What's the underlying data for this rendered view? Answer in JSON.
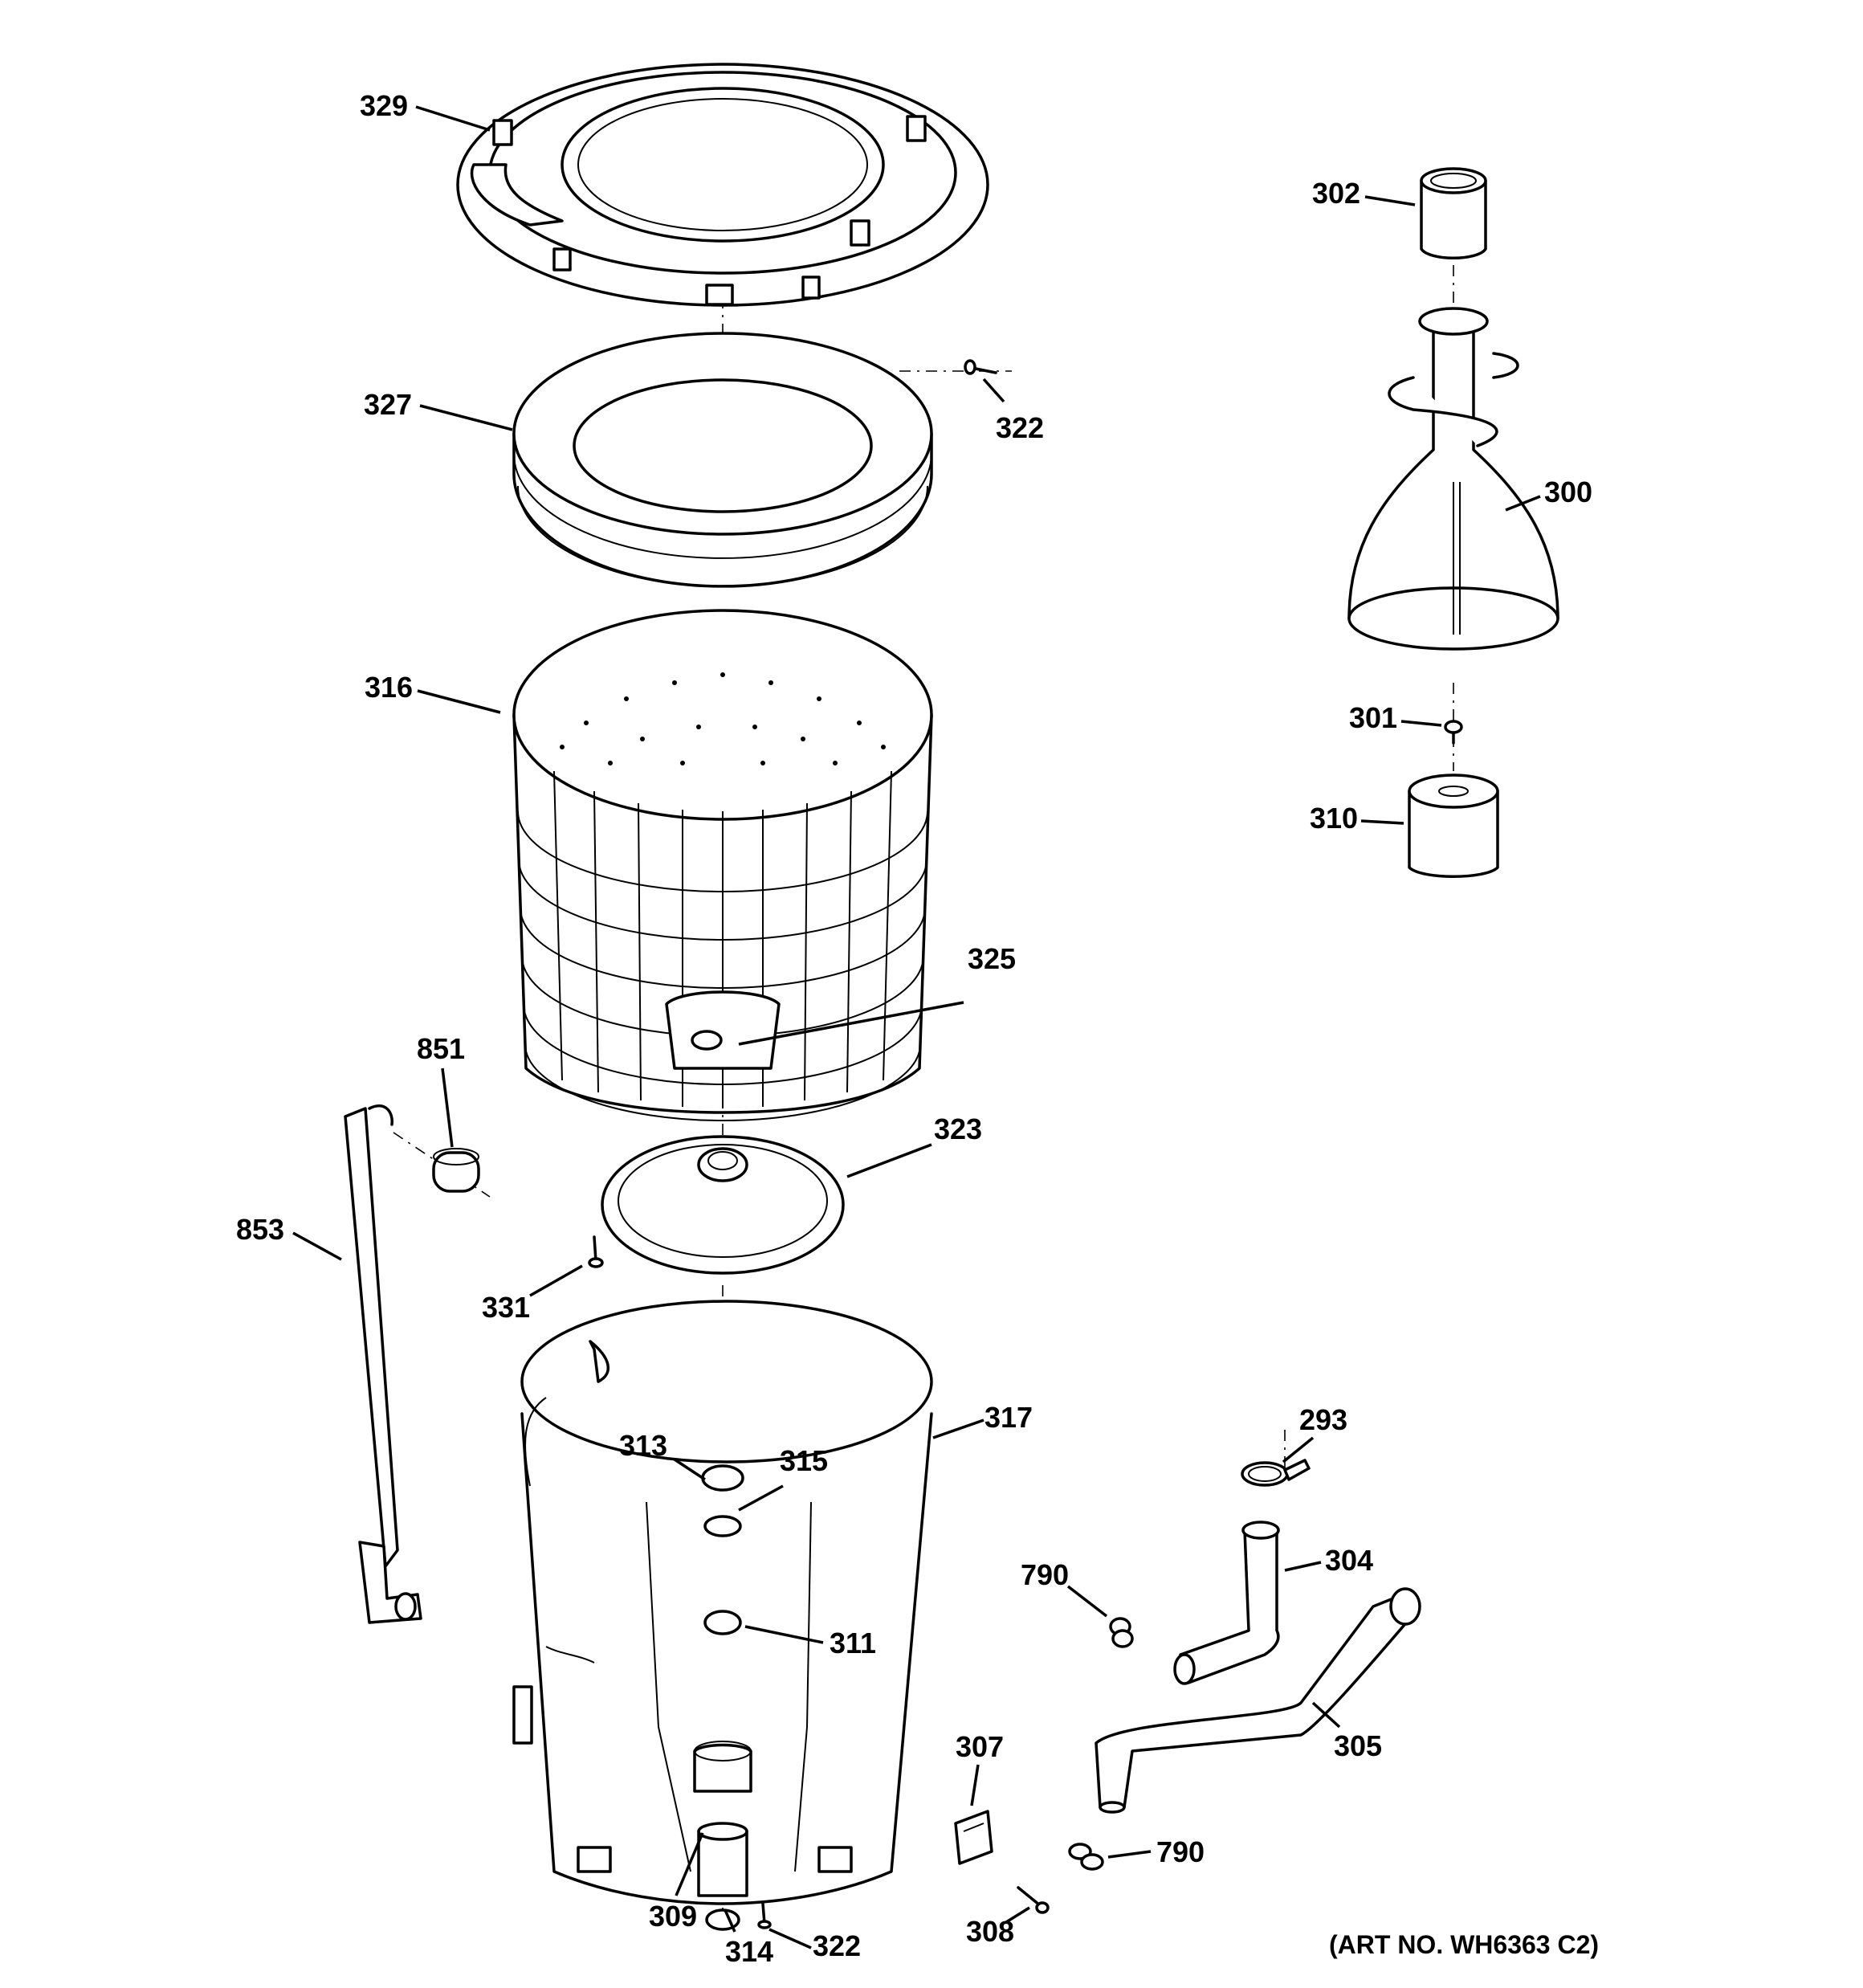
{
  "callouts": {
    "c329": "329",
    "c327": "327",
    "c322a": "322",
    "c316": "316",
    "c325": "325",
    "c851": "851",
    "c853": "853",
    "c323": "323",
    "c331": "331",
    "c317": "317",
    "c313": "313",
    "c315": "315",
    "c311": "311",
    "c309": "309",
    "c314": "314",
    "c322b": "322",
    "c302": "302",
    "c300": "300",
    "c301": "301",
    "c310": "310",
    "c293": "293",
    "c304": "304",
    "c790a": "790",
    "c305": "305",
    "c307": "307",
    "c790b": "790",
    "c308": "308"
  },
  "art_number": "(ART NO. WH6363 C2)"
}
